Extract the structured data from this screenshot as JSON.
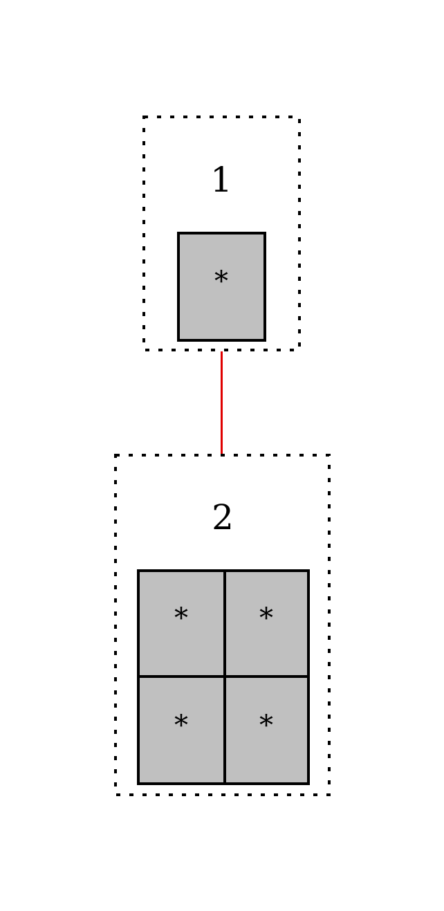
{
  "diagram": {
    "nodes": [
      {
        "label": "1",
        "grid": {
          "rows": 1,
          "cols": 1,
          "cells": [
            [
              "*"
            ]
          ]
        }
      },
      {
        "label": "2",
        "grid": {
          "rows": 2,
          "cols": 2,
          "cells": [
            [
              "*",
              "*"
            ],
            [
              "*",
              "*"
            ]
          ]
        }
      }
    ],
    "edges": [
      {
        "from": "1",
        "to": "2"
      }
    ]
  },
  "colors": {
    "cell_fill": "#c0c0c0",
    "cell_stroke": "#000000",
    "edge": "#e00000",
    "frame": "#000000",
    "background": "#ffffff"
  }
}
